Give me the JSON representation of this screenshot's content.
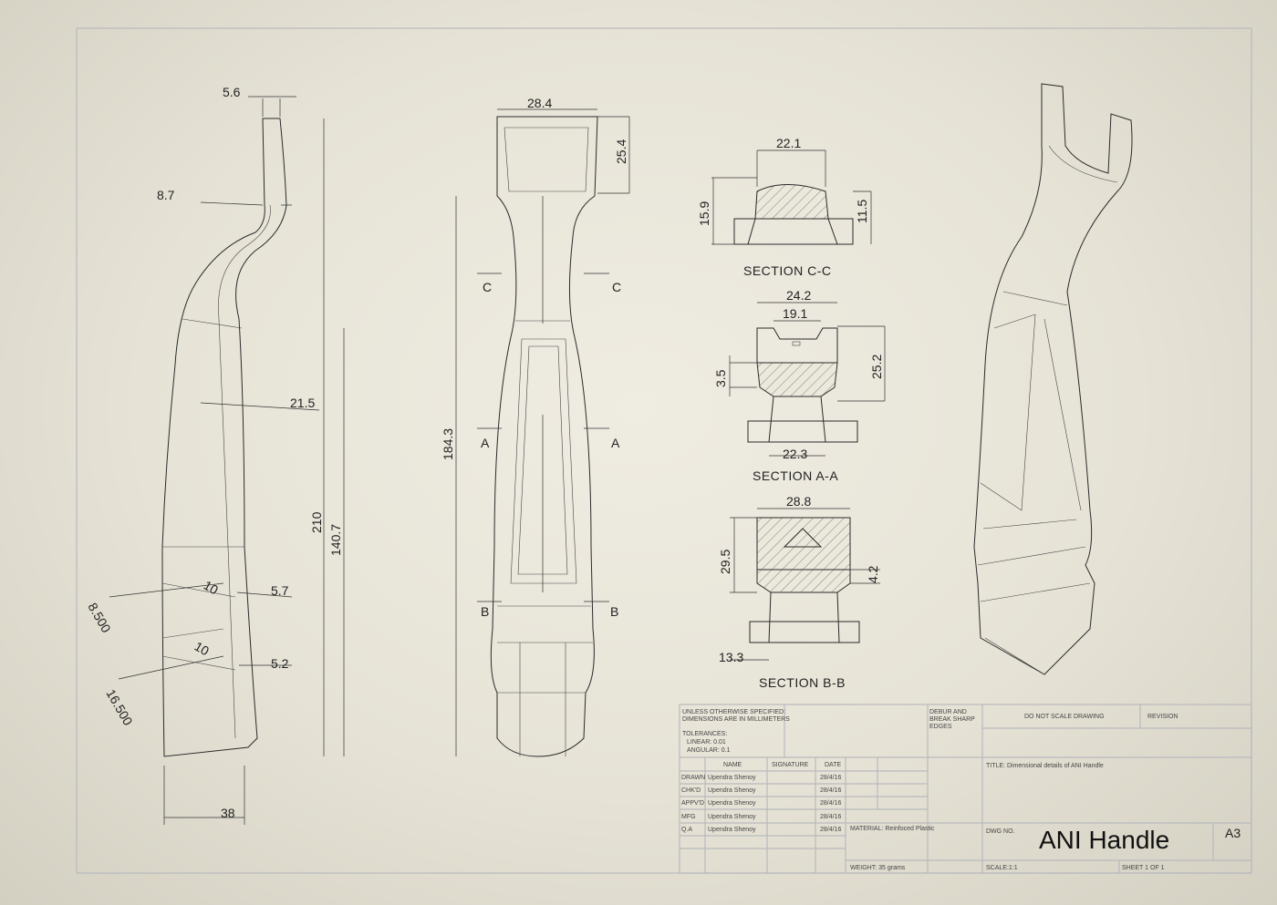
{
  "side_view": {
    "dims": [
      "5.6",
      "8.7",
      "21.5",
      "210",
      "140.7",
      "10",
      "5.7",
      "8.500",
      "10",
      "5.2",
      "16.500",
      "38"
    ]
  },
  "front_view": {
    "dims": [
      "28.4",
      "25.4",
      "184.3"
    ],
    "cut_labels": [
      "C",
      "C",
      "A",
      "A",
      "B",
      "B"
    ]
  },
  "section_cc": {
    "title": "SECTION C-C",
    "dims": [
      "22.1",
      "15.9",
      "11.5"
    ]
  },
  "section_aa": {
    "title": "SECTION A-A",
    "dims": [
      "24.2",
      "19.1",
      "25.2",
      "3.5",
      "22.3"
    ]
  },
  "section_bb": {
    "title": "SECTION B-B",
    "dims": [
      "28.8",
      "29.5",
      "4.2",
      "13.3"
    ]
  },
  "title_block": {
    "notes": [
      "UNLESS OTHERWISE SPECIFIED:",
      "DIMENSIONS ARE IN MILLIMETERS",
      "TOLERANCES:",
      "LINEAR: 0.01",
      "ANGULAR: 0.1"
    ],
    "debur": [
      "DEBUR AND",
      "BREAK SHARP",
      "EDGES"
    ],
    "do_not_scale": "DO NOT SCALE DRAWING",
    "revision": "REVISION",
    "headers": {
      "name": "NAME",
      "signature": "SIGNATURE",
      "date": "DATE"
    },
    "rows": [
      {
        "role": "DRAWN",
        "name": "Upendra Shenoy",
        "date": "28/4/16"
      },
      {
        "role": "CHK'D",
        "name": "Upendra Shenoy",
        "date": "28/4/16"
      },
      {
        "role": "APPV'D",
        "name": "Upendra Shenoy",
        "date": "28/4/16"
      },
      {
        "role": "MFG",
        "name": "Upendra Shenoy",
        "date": "28/4/16"
      },
      {
        "role": "Q.A",
        "name": "Upendra Shenoy",
        "date": "28/4/16"
      }
    ],
    "title": "TITLE: Dimensional details of ANI Handle",
    "material": "MATERIAL: Reinfoced Plastic",
    "weight": "WEIGHT: 35 grams",
    "dwg_no_label": "DWG NO.",
    "dwg_no": "ANI Handle",
    "size": "A3",
    "scale": "SCALE:1:1",
    "sheet": "SHEET 1 OF 1"
  }
}
